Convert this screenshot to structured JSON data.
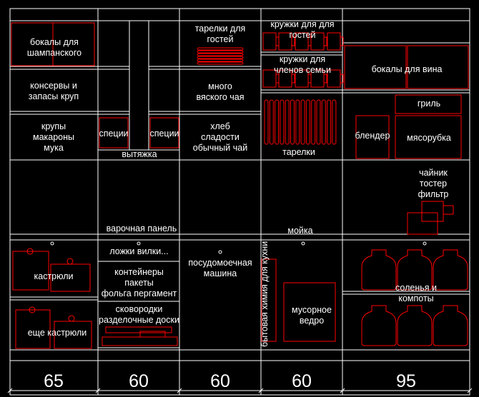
{
  "colors": {
    "background": "#000000",
    "lines": "#ffffff",
    "items": "#ff0000",
    "text": "#ffffff"
  },
  "labels": {
    "champagne": "бокалы для\nшампанского",
    "canned": "консервы и\nзапасы круп",
    "grains": "крупы\nмакароны\nмука",
    "spices_left": "специи",
    "spices_right": "специи",
    "hood": "вытяжка",
    "guest_plates": "тарелки для\nгостей",
    "tea": "много\nвяского чая",
    "bread": "хлеб\nсладости\nобычный чай",
    "guest_mugs": "кружки для для\nгостей",
    "family_mugs": "кружки для\nчленов семьи",
    "plates": "тарелки",
    "wine_glasses": "бокалы для вина",
    "grill": "гриль",
    "blender": "блендер",
    "meat_grinder": "мясорубка",
    "appliances": "чайник\nтостер\nфильтр",
    "cooktop": "варочная панель",
    "sink": "мойка",
    "pots": "кастрюли",
    "more_pots": "еще кастрюли",
    "cutlery": "ложки вилки...",
    "containers": "контейнеры\nпакеты\nфольга пергамент",
    "pans": "сковородки\nразделочные доски",
    "dishwasher": "посудомоечная\nмашина",
    "chemicals": "бытовая химия\nдля кухни",
    "trash": "мусорное\nведро",
    "pickles": "соленья и\nкомпоты"
  },
  "dimensions": [
    "65",
    "60",
    "60",
    "60",
    "95"
  ]
}
